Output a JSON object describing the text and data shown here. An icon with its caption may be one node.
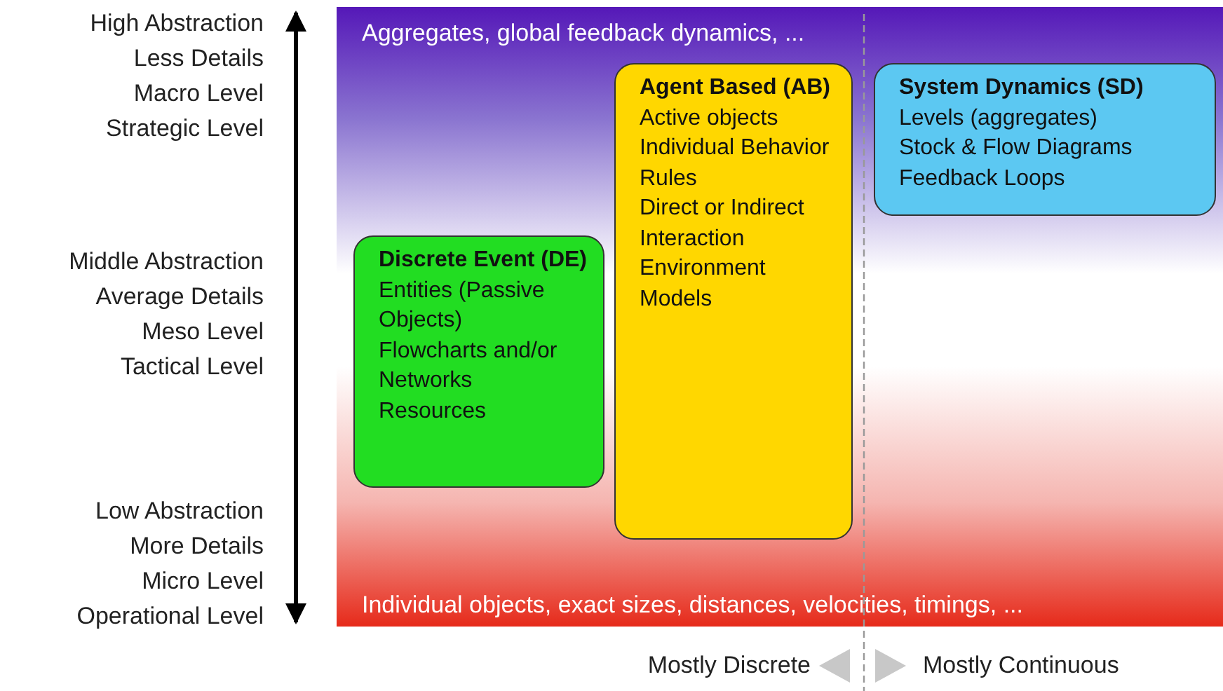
{
  "diagram": {
    "nodes": [
      {
        "text": [
          "Aggregates, global feedback dynamics, ...",
          "Individual objects, exact sizes, distances, velocities, timings, ..."
        ]
      },
      {
        "text": [
          "Discrete Event (DE)",
          "Entities (Passive Objects)",
          "Flowcharts and/or Networks",
          "Resources"
        ],
        "in": 0
      },
      {
        "text": [
          "Agent Based (AB)",
          "Active objects",
          "Individual Behavior Rules",
          "Direct or Indirect Interaction",
          "Environment Models"
        ],
        "in": 0
      },
      {
        "text": [
          "System Dynamics (SD)",
          "Levels (aggregates)",
          "Stock & Flow Diagrams",
          "Feedback Loops"
        ],
        "in": 0
      }
    ],
    "labels": [
      "High Abstraction",
      "Less Details",
      "Macro Level",
      "Strategic Level",
      "Middle Abstraction",
      "Average Details",
      "Meso Level",
      "Tactical Level",
      "Low Abstraction",
      "More Details",
      "Micro Level",
      "Operational Level",
      "Mostly Discrete",
      "Mostly Continuous"
    ]
  }
}
